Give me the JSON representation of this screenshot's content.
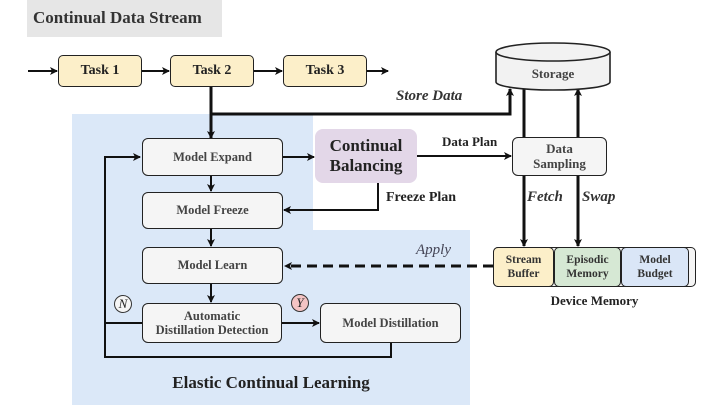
{
  "header": {
    "title": "Continual Data Stream"
  },
  "tasks": [
    {
      "label": "Task 1"
    },
    {
      "label": "Task 2"
    },
    {
      "label": "Task 3"
    }
  ],
  "storage": {
    "label": "Storage"
  },
  "edges": {
    "store_data": "Store Data",
    "data_plan": "Data Plan",
    "freeze_plan": "Freeze Plan",
    "fetch": "Fetch",
    "swap": "Swap",
    "apply": "Apply"
  },
  "continual_balancing": {
    "line1": "Continual",
    "line2": "Balancing"
  },
  "data_sampling": {
    "line1": "Data",
    "line2": "Sampling"
  },
  "elastic_learning": {
    "title": "Elastic Continual Learning",
    "steps": {
      "expand": "Model Expand",
      "freeze": "Model Freeze",
      "learn": "Model Learn",
      "detect_line1": "Automatic",
      "detect_line2": "Distillation Detection",
      "distill": "Model Distillation"
    },
    "branch_no": "N",
    "branch_yes": "Y"
  },
  "device_memory": {
    "title": "Device Memory",
    "slots": [
      {
        "line1": "Stream",
        "line2": "Buffer",
        "color": "#fcefc9"
      },
      {
        "line1": "Episodic",
        "line2": "Memory",
        "color": "#d6e8d4"
      },
      {
        "line1": "Model",
        "line2": "Budget",
        "color": "#dae6f7"
      }
    ]
  },
  "colors": {
    "task_fill": "#fcefc9",
    "elastic_region": "#dbe8f8",
    "balancing_fill": "#e3d7e8",
    "yes_badge": "#f4c4c4",
    "box_fill": "#f5f5f5"
  }
}
